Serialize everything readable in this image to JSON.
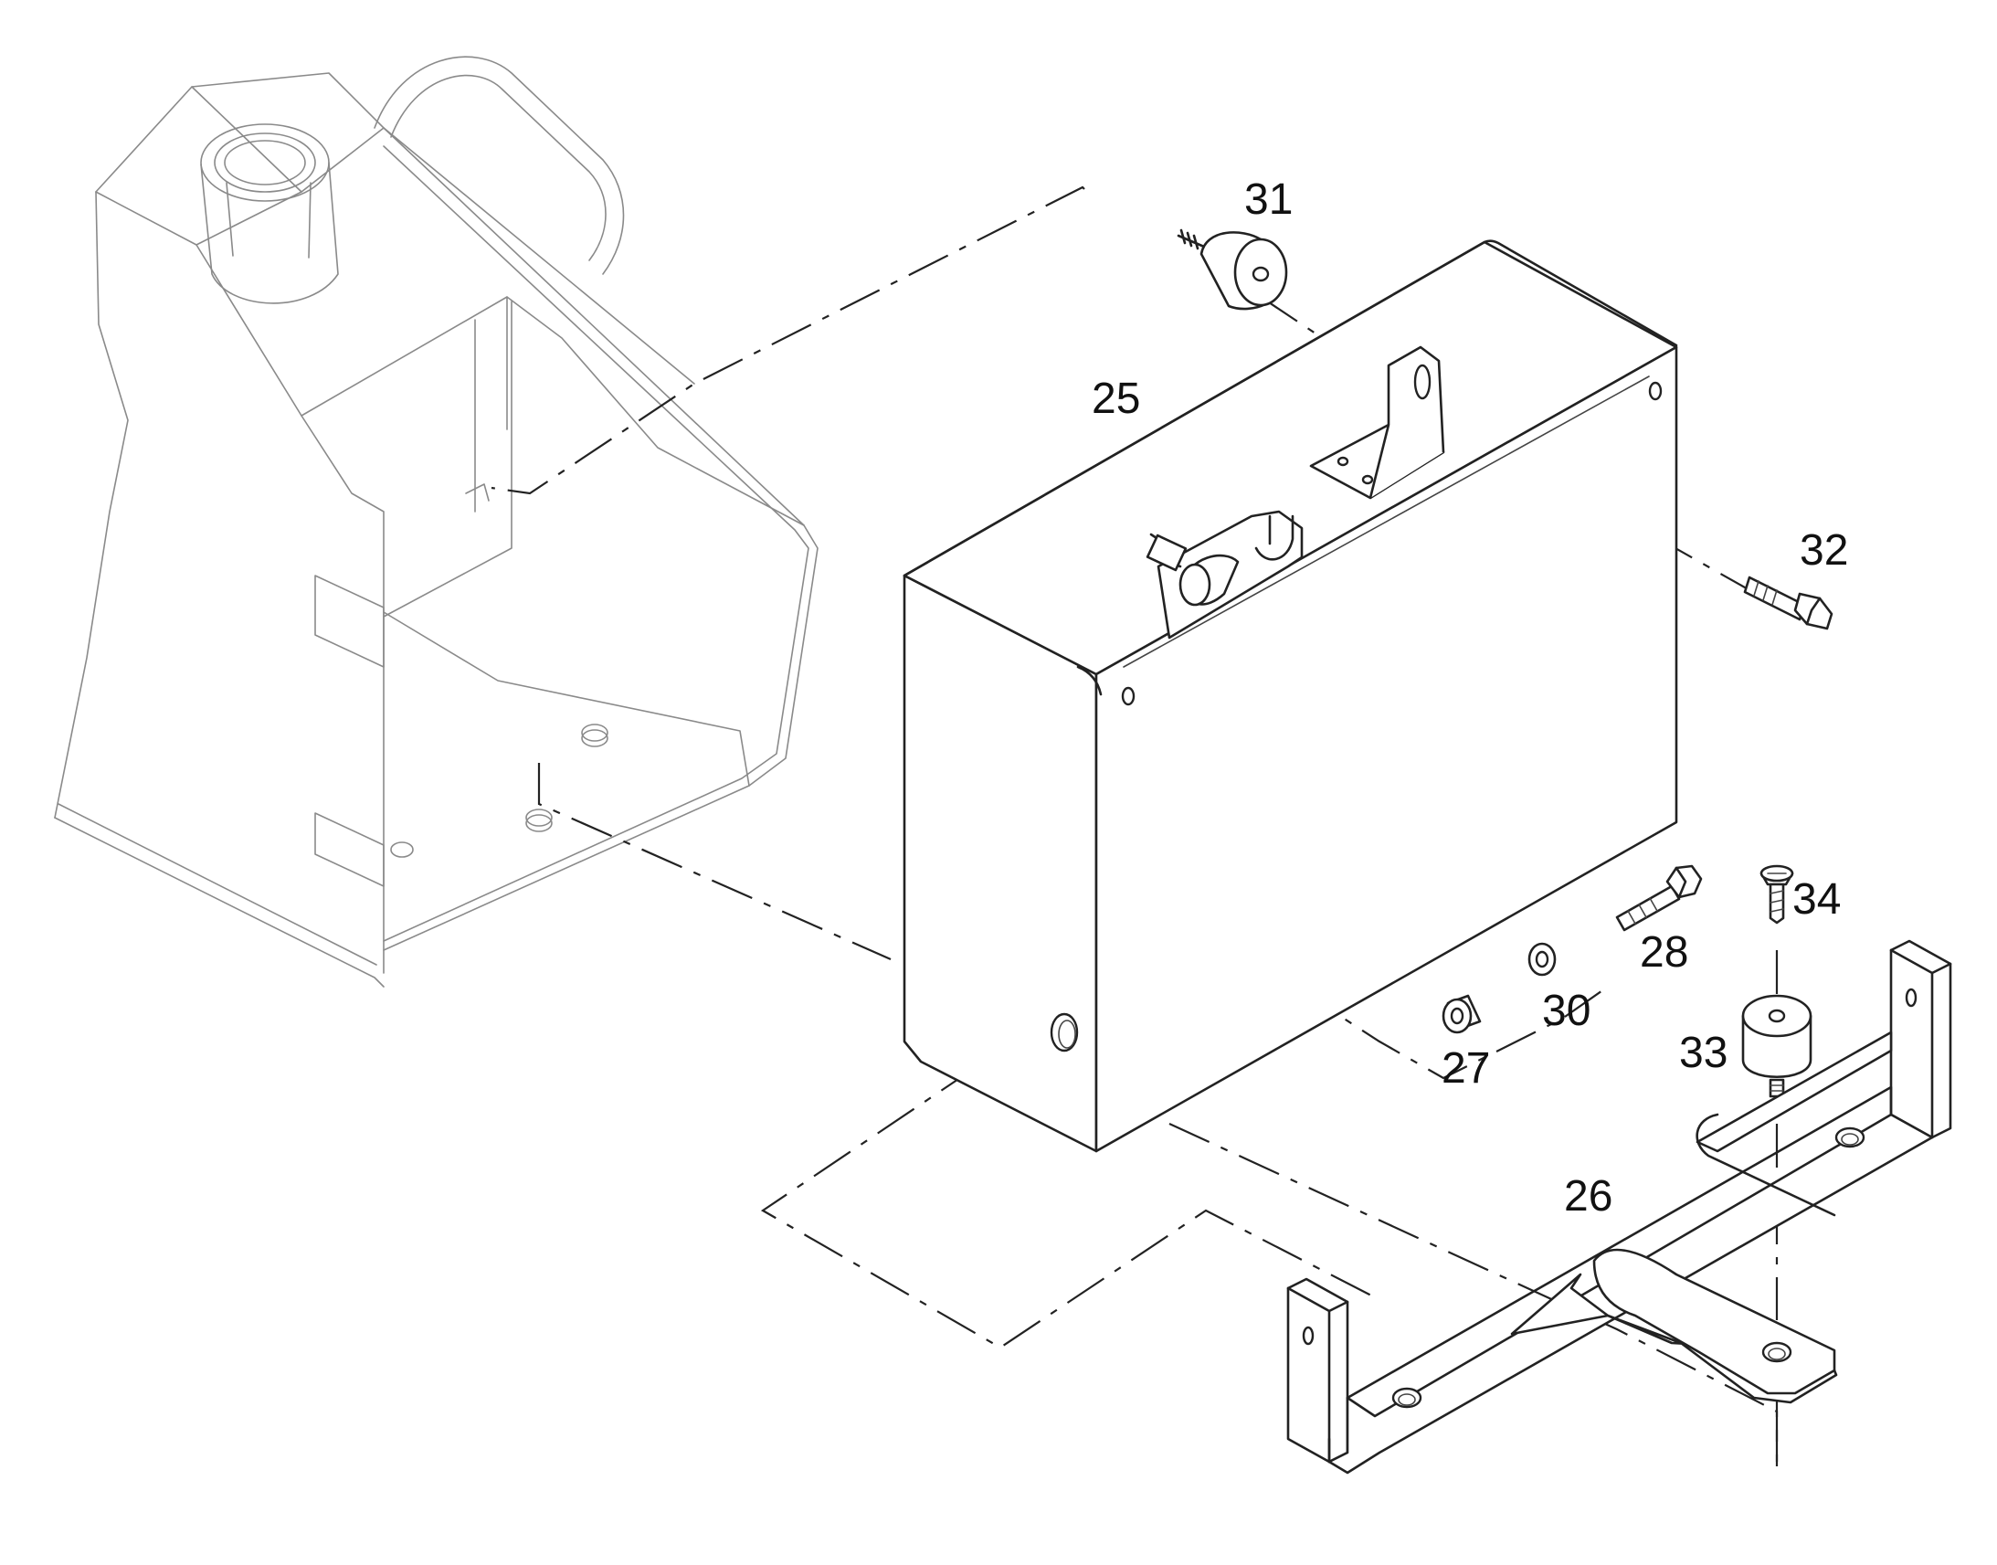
{
  "labels": {
    "p25": "25",
    "p26": "26",
    "p27": "27",
    "p28": "28",
    "p30": "30",
    "p31": "31",
    "p32": "32",
    "p33": "33",
    "p34": "34"
  },
  "colors": {
    "ink": "#222222",
    "faint_ink": "#8a8a8a",
    "background": "#ffffff"
  }
}
